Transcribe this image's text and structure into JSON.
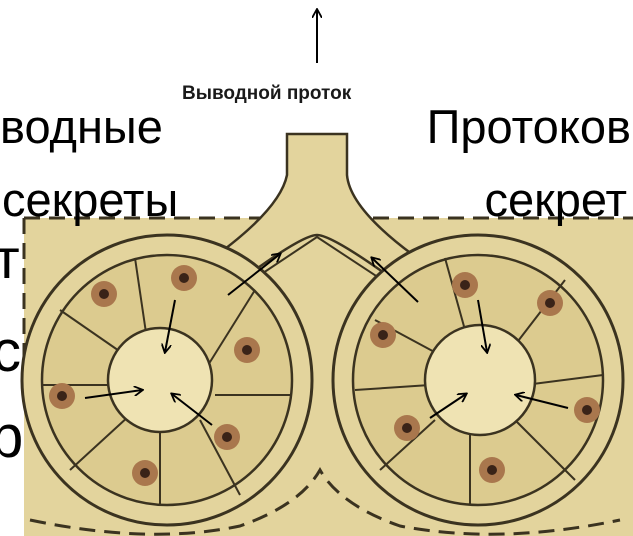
{
  "labels": {
    "duct_label": "Выводной проток",
    "overlay_top_left": "водные",
    "overlay_top_right": "Протоков",
    "overlay_mid_left": "секреты",
    "overlay_mid_right": "секрет",
    "overlay_frag_1": "т",
    "overlay_frag_2": "с",
    "overlay_frag_3": "р"
  },
  "colors": {
    "tissue": "#e3d49d",
    "tissue_light": "#efe3b3",
    "outline": "#3b3320",
    "nucleus_outer": "#a9774d",
    "nucleus_inner": "#3a2318",
    "dashed": "#3b3320"
  }
}
